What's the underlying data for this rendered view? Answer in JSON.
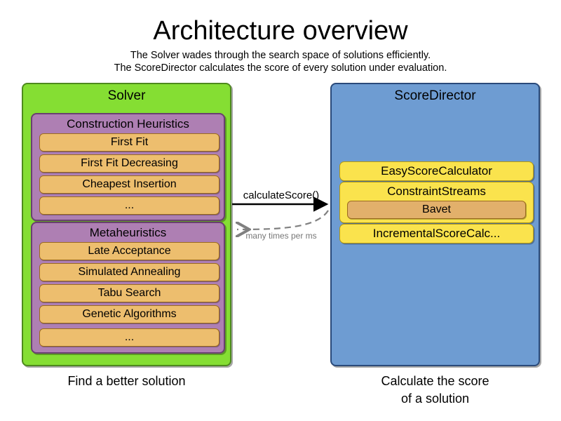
{
  "header": {
    "title": "Architecture overview",
    "subtitle_lines": [
      "The Solver wades through the search space of solutions efficiently.",
      "The ScoreDirector calculates the score of every solution under evaluation."
    ]
  },
  "colors": {
    "solver_panel": "#85DE33",
    "scoredirector_panel": "#6E9CD2",
    "group_box": "#AE7FB3",
    "leaf_box": "#EDBE6E",
    "calc_box": "#FAE34D",
    "bavet_box": "#E2B06B",
    "arrow_solid": "#000000",
    "arrow_dashed": "#808080",
    "background": "#FFFFFF"
  },
  "solver": {
    "title": "Solver",
    "caption": "Find a better solution",
    "groups": [
      {
        "title": "Construction Heuristics",
        "items": [
          "First Fit",
          "First Fit Decreasing",
          "Cheapest Insertion",
          "..."
        ]
      },
      {
        "title": "Metaheuristics",
        "items": [
          "Late Acceptance",
          "Simulated Annealing",
          "Tabu Search",
          "Genetic Algorithms",
          "..."
        ]
      }
    ]
  },
  "score_director": {
    "title": "ScoreDirector",
    "caption_lines": [
      "Calculate the score",
      "of a solution"
    ],
    "calculators": [
      {
        "label": "EasyScoreCalculator"
      },
      {
        "label": "ConstraintStreams",
        "child": "Bavet"
      },
      {
        "label": "IncrementalScoreCalc..."
      }
    ]
  },
  "arrows": {
    "forward_label": "calculateScore()",
    "return_label": "many times per ms"
  }
}
